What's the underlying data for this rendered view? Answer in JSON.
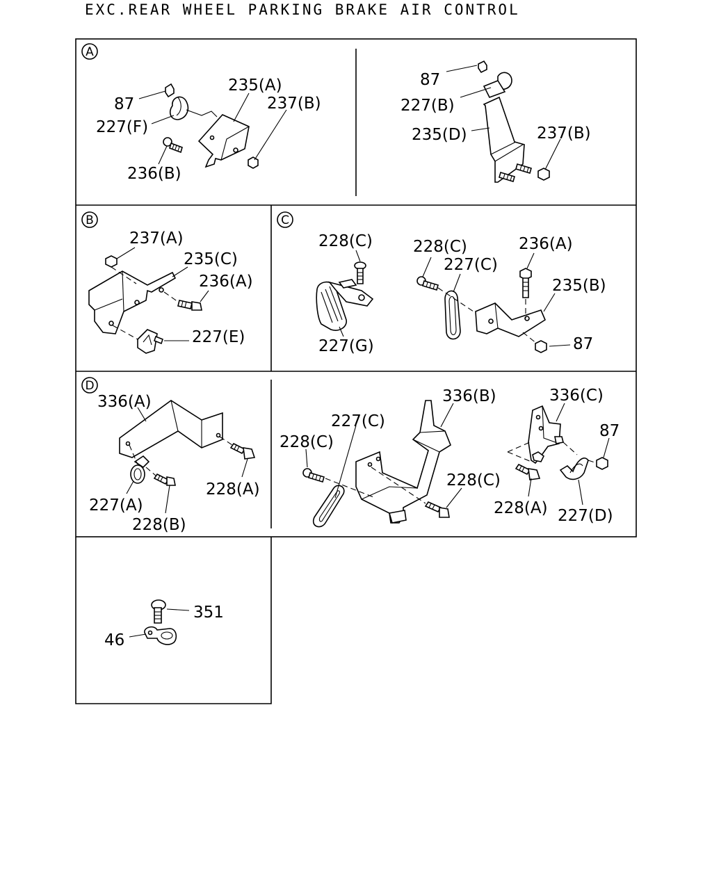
{
  "title": "EXC.REAR WHEEL PARKING BRAKE AIR CONTROL",
  "sections": {
    "a": "A",
    "b": "B",
    "c": "C",
    "d": "D"
  },
  "labels": {
    "a1_87": "87",
    "a1_227f": "227(F)",
    "a1_235a": "235(A)",
    "a1_237b": "237(B)",
    "a1_236b": "236(B)",
    "a2_87": "87",
    "a2_227b": "227(B)",
    "a2_235d": "235(D)",
    "a2_237b": "237(B)",
    "b_237a": "237(A)",
    "b_235c": "235(C)",
    "b_236a": "236(A)",
    "b_227e": "227(E)",
    "c_228c_1": "228(C)",
    "c_227g": "227(G)",
    "c_228c_2": "228(C)",
    "c_227c": "227(C)",
    "c_236a": "236(A)",
    "c_235b": "235(B)",
    "c_87": "87",
    "d1_336a": "336(A)",
    "d1_227a": "227(A)",
    "d1_228b": "228(B)",
    "d1_228a": "228(A)",
    "d2_228c_1": "228(C)",
    "d2_227c": "227(C)",
    "d2_336b": "336(B)",
    "d2_228c_2": "228(C)",
    "d3_336c": "336(C)",
    "d3_87": "87",
    "d3_228a": "228(A)",
    "d3_227d": "227(D)",
    "e_351": "351",
    "e_46": "46"
  }
}
